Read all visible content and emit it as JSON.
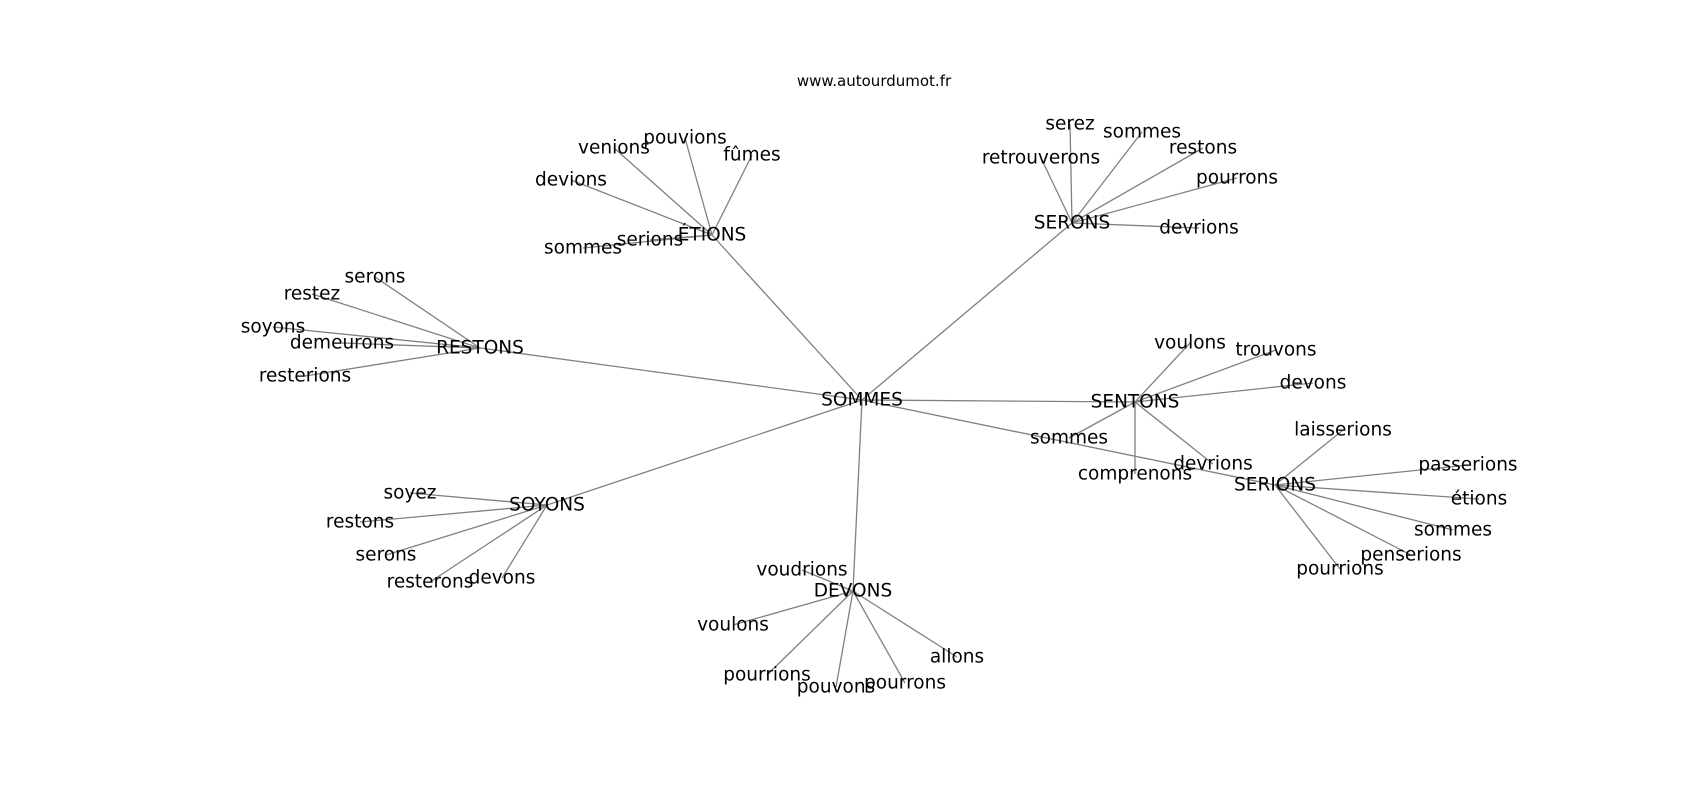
{
  "site": "www.autourdumot.fr",
  "graph": {
    "center": "SOMMES",
    "hubs": [
      {
        "id": "RESTONS",
        "label": "RESTONS",
        "words": [
          "serons",
          "restez",
          "soyons",
          "demeurons",
          "resterions"
        ]
      },
      {
        "id": "ETIONS",
        "label": "ÉTIONS",
        "words": [
          "pouvions",
          "venions",
          "fûmes",
          "devions",
          "serions",
          "sommes"
        ]
      },
      {
        "id": "SERONS",
        "label": "SERONS",
        "words": [
          "serez",
          "sommes",
          "retrouverons",
          "restons",
          "pourrons",
          "devrions"
        ]
      },
      {
        "id": "SENTONS",
        "label": "SENTONS",
        "words": [
          "voulons",
          "trouvons",
          "devons",
          "sommes",
          "comprenons",
          "devrions"
        ]
      },
      {
        "id": "SERIONS",
        "label": "SERIONS",
        "words": [
          "laisserions",
          "passerions",
          "étions",
          "sommes",
          "penserions",
          "pourrions"
        ]
      },
      {
        "id": "SOYONS",
        "label": "SOYONS",
        "words": [
          "soyez",
          "restons",
          "serons",
          "resterons",
          "devons"
        ]
      },
      {
        "id": "DEVONS",
        "label": "DEVONS",
        "words": [
          "voudrions",
          "voulons",
          "pourrions",
          "pouvons",
          "pourrons",
          "allons"
        ]
      }
    ]
  }
}
